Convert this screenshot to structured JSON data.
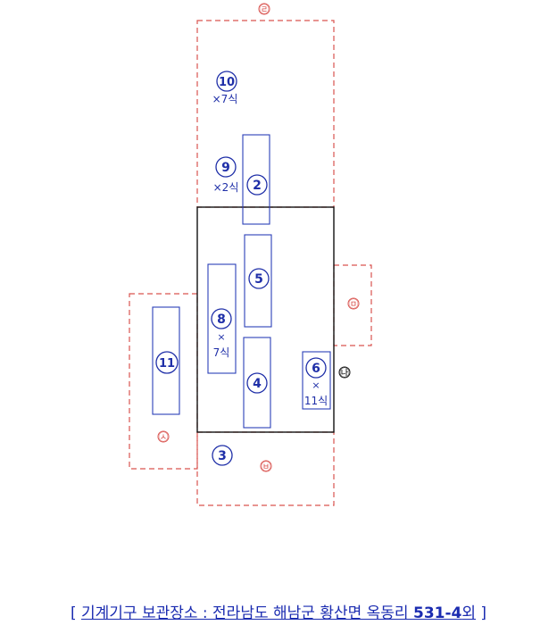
{
  "colors": {
    "machine": "#2b3fb8",
    "zone": "#d9534f",
    "building": "#111111",
    "label": "#1a2bb0"
  },
  "zones": {
    "top": "㉣",
    "right": "㉤",
    "left": "㉦",
    "bottom": "㉥",
    "building_mark": "㉯"
  },
  "machines": {
    "m10": {
      "number": "10",
      "qty": "×7식"
    },
    "m9": {
      "number": "9",
      "qty": "×2식"
    },
    "m2": {
      "number": "2"
    },
    "m5": {
      "number": "5"
    },
    "m8": {
      "number": "8",
      "mark": "×",
      "qty": "7식"
    },
    "m11": {
      "number": "11"
    },
    "m4": {
      "number": "4"
    },
    "m6": {
      "number": "6",
      "mark": "×",
      "qty": "11식"
    },
    "m3": {
      "number": "3"
    }
  },
  "footer": {
    "open_bracket": "[",
    "label": "기계기구 보관장소 : 전라남도 해남군 황산면 옥동리 ",
    "lot": "531-4",
    "suffix": "외",
    "close_bracket": "]"
  }
}
